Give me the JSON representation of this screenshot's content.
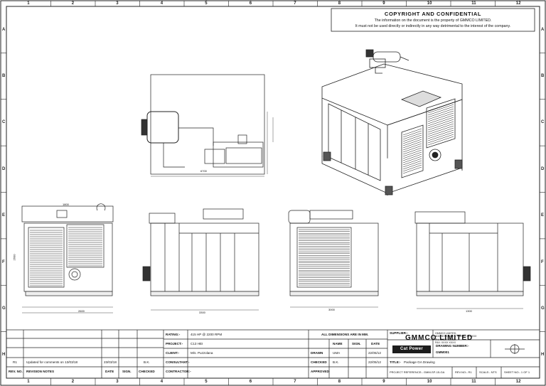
{
  "copyright": {
    "heading": "COPYRIGHT AND CONFIDENTIAL",
    "line1": "The information on the document is the property of GMMCO LIMITED.",
    "line2": "It must not be used directly or indirectly in any way detrimental to the interest of the company."
  },
  "grid": {
    "columns": [
      "1",
      "2",
      "3",
      "4",
      "5",
      "6",
      "7",
      "8",
      "9",
      "10",
      "11",
      "12"
    ],
    "rows": [
      "A",
      "B",
      "C",
      "D",
      "E",
      "F",
      "G",
      "H"
    ]
  },
  "title_block": {
    "rating_label": "RATING:-",
    "rating_value": "415 HP @ 2200 RPM",
    "project_label": "PROJECT:-",
    "project_value": "C13 HEI",
    "client_label": "CLIENT:-",
    "client_value": "M/s. Puzzolana",
    "consultant_label": "CONSULTANT:-",
    "contractor_label": "CONTRACTOR:-",
    "dimensions_note": "ALL DIMENSIONS ARE IN MM.",
    "supplier_label": "SUPPLIER:-",
    "supplier_name": "GMMCO LIMITED",
    "logo_text": "Cat Power",
    "drawing_number_label": "DRAWING NUMBER:-",
    "drawing_number": "GMM001",
    "title_label": "TITLE:-",
    "title_value": "Package GA Drawing",
    "name_header": "NAME",
    "sign_header": "SIGN.",
    "date_header": "DATE",
    "drawn_label": "DRAWN",
    "drawn_name": "UMA",
    "drawn_date": "22/05/12",
    "checked_label": "CHECKED",
    "checked_name": "B.K.",
    "checked_date": "22/05/12",
    "approved_label": "APPROVED",
    "project_ref": "PROJECT REFERENCE:- GMM-SP-15-GA",
    "rev": "REV.NO:- R1",
    "scale": "SCALE:- NTS",
    "sheet": "SHEET NO:- 1 OF 1",
    "address": [
      "GMMCO LIMITED,",
      "ADDRESS LINE 1, PUNE - 411 XXX",
      "PH: XXXX XXXXX",
      "FAX: XXXX XXXX"
    ]
  },
  "revision_table": {
    "rev_header": "REV. NO.",
    "notes_header": "REVISION NOTES",
    "date_header": "DATE",
    "sign_header": "SIGN.",
    "checked_header": "CHECKED",
    "rows": [
      {
        "rev": "R1",
        "note": "Updated for comments on 13/03/18",
        "date": "23/03/18",
        "sign": "B.K."
      }
    ]
  },
  "views": {
    "top_width": "6700",
    "front_height": "2600",
    "front_widths": [
      "1800",
      "2600",
      "3300"
    ],
    "side_width": "3000",
    "dim_small": "1300"
  }
}
